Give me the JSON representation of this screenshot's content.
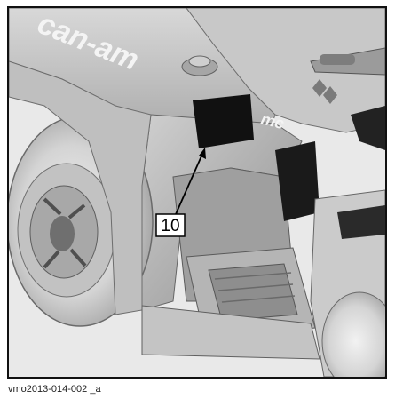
{
  "figure": {
    "callout_number": "10",
    "brand_decal": "can-am",
    "model_decal": "mc"
  },
  "caption": "vmo2013-014-002 _a",
  "colors": {
    "border": "#111111",
    "body_light": "#e6e6e6",
    "body_mid": "#b9b9b9",
    "body_dark": "#8a8a8a",
    "panel_black": "#111111"
  }
}
